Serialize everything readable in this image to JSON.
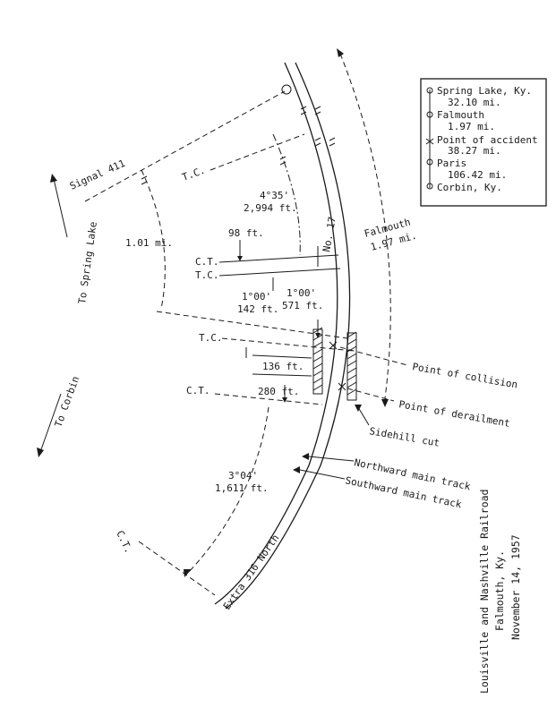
{
  "legend": {
    "items": [
      {
        "station": "Spring Lake, Ky.",
        "distance": "32.10 mi."
      },
      {
        "station": "Falmouth",
        "distance": "1.97 mi."
      },
      {
        "station": "Point of accident",
        "distance": "38.27 mi."
      },
      {
        "station": "Paris",
        "distance": "106.42 mi."
      },
      {
        "station": "Corbin, Ky.",
        "distance": ""
      }
    ]
  },
  "labels": {
    "signal": "Signal 411",
    "to_spring_lake": "To Spring Lake",
    "to_corbin": "To Corbin",
    "tc_top": "T.C.",
    "curve1_deg": "4°35'",
    "curve1_len": "2,994 ft.",
    "no17": "No. 17",
    "falmouth": "Falmouth",
    "falmouth_dist": "1.97 mi.",
    "dist_101": "1.01 mi.",
    "len_98": "98 ft.",
    "ct_mid": "C.T.",
    "tc_mid": "T.C.",
    "curve2_deg": "1°00'",
    "curve2_len": "142 ft.",
    "curve3_deg": "1°00'",
    "curve3_len": "571 ft.",
    "tc_low": "T.C.",
    "len_136": "136 ft.",
    "point_collision": "Point of collision",
    "ct_low": "C.T.",
    "len_280": "280 ft.",
    "point_derailment": "Point of derailment",
    "sidehill_cut": "Sidehill cut",
    "northward_track": "Northward main track",
    "southward_track": "Southward main track",
    "curve4_deg": "3°04'",
    "curve4_len": "1,611 ft.",
    "ct_bottom": "C.T.",
    "extra": "Extra 316 North"
  },
  "title": {
    "line1": "Louisville and Nashville Railroad",
    "line2": "Falmouth, Ky.",
    "line3": "November 14, 1957"
  }
}
